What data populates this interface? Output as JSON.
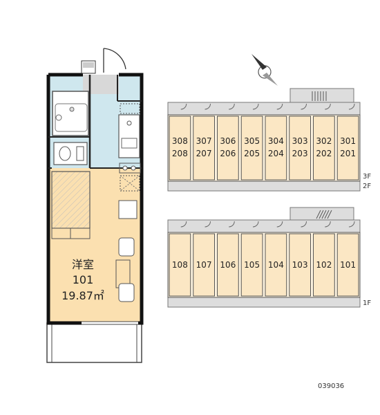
{
  "room": {
    "name": "洋室",
    "number": "101",
    "area": "19.87㎡"
  },
  "building": {
    "upper_floors_label_3f": "3F",
    "upper_floors_label_2f": "2F",
    "ground_floor_label": "1F",
    "upper_units_3f": [
      "308",
      "307",
      "306",
      "305",
      "304",
      "303",
      "302",
      "301"
    ],
    "upper_units_2f": [
      "208",
      "207",
      "206",
      "205",
      "204",
      "203",
      "202",
      "201"
    ],
    "ground_units": [
      "108",
      "107",
      "106",
      "105",
      "104",
      "103",
      "102",
      "101"
    ],
    "highlight_color": "#fbe7c4",
    "room_color": "#fbe0b0",
    "wet_area_color": "#cfe7ee"
  },
  "property_code": "039036",
  "icons": [
    "compass-icon"
  ]
}
